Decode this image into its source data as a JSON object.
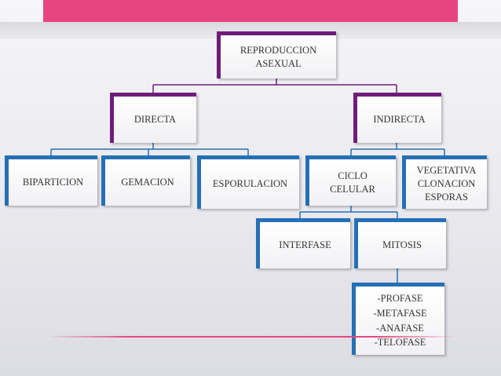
{
  "colors": {
    "accent_pink": "#e8457e",
    "purple": "#6f1d7a",
    "blue": "#2470b5"
  },
  "diagram": {
    "root": {
      "lines": [
        "REPRODUCCION",
        "ASEXUAL"
      ]
    },
    "directa": {
      "label": "DIRECTA"
    },
    "indirecta": {
      "label": "INDIRECTA"
    },
    "biparticion": {
      "label": "BIPARTICION"
    },
    "gemacion": {
      "label": "GEMACION"
    },
    "esporulacion": {
      "label": "ESPORULACION"
    },
    "ciclo_celular": {
      "lines": [
        "CICLO",
        "CELULAR"
      ]
    },
    "vegetativa": {
      "lines": [
        "VEGETATIVA",
        "CLONACION",
        "ESPORAS"
      ]
    },
    "interfase": {
      "label": "INTERFASE"
    },
    "mitosis": {
      "label": "MITOSIS"
    },
    "fases": {
      "lines": [
        "-PROFASE",
        "-METAFASE",
        "-ANAFASE",
        "-TELOFASE"
      ]
    }
  }
}
